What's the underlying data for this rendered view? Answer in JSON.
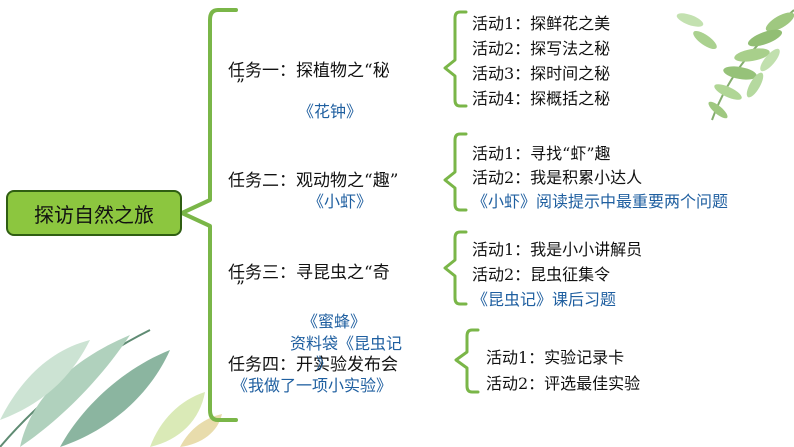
{
  "colors": {
    "root_fill": "#8cc63f",
    "root_border": "#2f5e12",
    "bracket": "#7ab648",
    "book_text": "#1f5fa0"
  },
  "root": {
    "label": "探访自然之旅"
  },
  "tasks": [
    {
      "label_line1": "任务一：探植物之“秘",
      "label_line2": "”",
      "book_lines": [
        "《花钟》"
      ],
      "activities": [
        "活动1：探鲜花之美",
        "活动2：探写法之秘",
        "活动3：探时间之秘",
        "活动4：探概括之秘"
      ],
      "note": ""
    },
    {
      "label_line1": "任务二：观动物之“趣”",
      "label_line2": "",
      "book_lines": [
        "《小虾》"
      ],
      "activities": [
        "活动1：寻找“虾”趣",
        "活动2：我是积累小达人"
      ],
      "note": "《小虾》阅读提示中最重要两个问题"
    },
    {
      "label_line1": "任务三：寻昆虫之“奇",
      "label_line2": "”",
      "book_lines": [],
      "activities": [
        "活动1：我是小小讲解员",
        "活动2：昆虫征集令"
      ],
      "note": "《昆虫记》课后习题"
    },
    {
      "label_line1": "任务四：开实验发布会",
      "label_line2": "",
      "book_lines": [
        "《蜜蜂》",
        "资料袋《昆虫记",
        "》",
        "《我做了一项小实验》"
      ],
      "activities": [
        "活动1：实验记录卡",
        "活动2：评选最佳实验"
      ],
      "note": ""
    }
  ]
}
